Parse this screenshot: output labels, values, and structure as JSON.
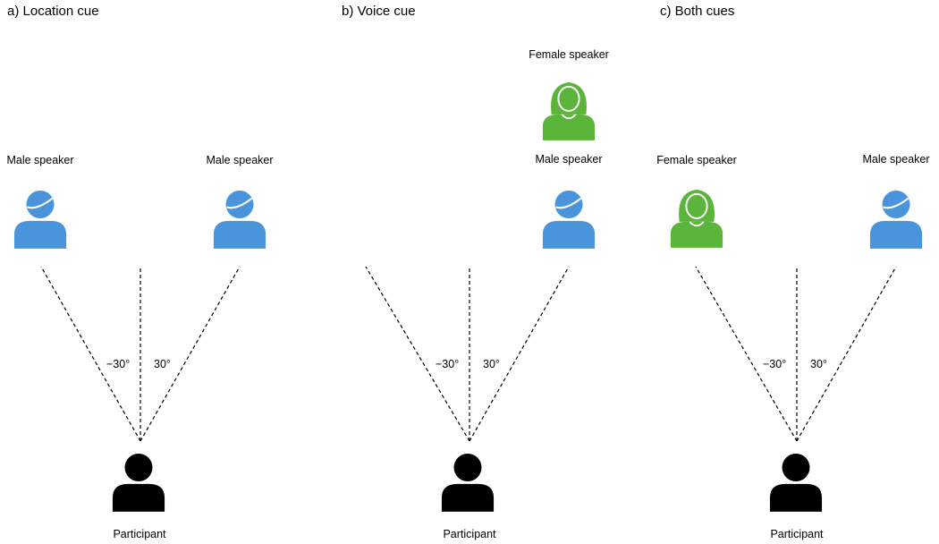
{
  "panels": [
    {
      "title": "a) Location cue",
      "left_speaker": {
        "label": "Male speaker",
        "icon": "male-person-icon",
        "color": "#4a94db"
      },
      "right_speaker": {
        "label": "Male speaker",
        "icon": "male-person-icon",
        "color": "#4a94db"
      },
      "angle_left": "−30°",
      "angle_right": "30°",
      "participant": {
        "label": "Participant",
        "icon": "person-icon",
        "color": "#000000"
      }
    },
    {
      "title": "b) Voice cue",
      "top_speaker": {
        "label": "Female speaker",
        "icon": "female-person-icon",
        "color": "#5ab53a"
      },
      "right_speaker": {
        "label": "Male speaker",
        "icon": "male-person-icon",
        "color": "#4a94db"
      },
      "angle_left": "−30°",
      "angle_right": "30°",
      "participant": {
        "label": "Participant",
        "icon": "person-icon",
        "color": "#000000"
      }
    },
    {
      "title": "c) Both cues",
      "left_speaker": {
        "label": "Female speaker",
        "icon": "female-person-icon",
        "color": "#5ab53a"
      },
      "right_speaker": {
        "label": "Male speaker",
        "icon": "male-person-icon",
        "color": "#4a94db"
      },
      "angle_left": "−30°",
      "angle_right": "30°",
      "participant": {
        "label": "Participant",
        "icon": "person-icon",
        "color": "#000000"
      }
    }
  ]
}
